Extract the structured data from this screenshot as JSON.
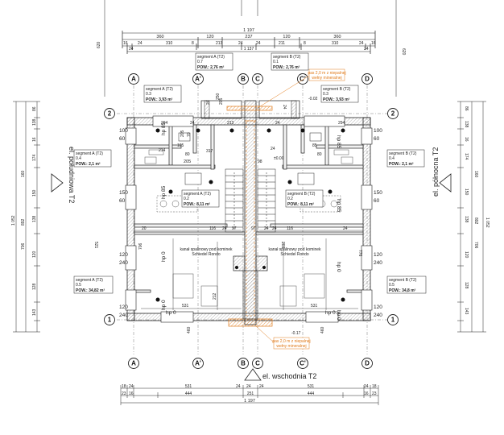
{
  "dims": {
    "top_total": "1 197",
    "top_row1": [
      "360",
      "120",
      "237",
      "120",
      "360"
    ],
    "top_row2": [
      "16",
      "24",
      "310",
      "8",
      "213",
      "24",
      "211",
      "24",
      "8",
      "310",
      "24",
      "16"
    ],
    "top_row3": [
      "24",
      "1 137",
      "24"
    ],
    "bottom_row1": [
      "18",
      "24",
      "531",
      "24",
      "24",
      "24",
      "531",
      "24",
      "18"
    ],
    "bottom_row2": [
      "23",
      "16",
      "444",
      "251",
      "444",
      "16",
      "23"
    ],
    "bottom_total": "1 197",
    "left_col": [
      "620",
      "86",
      "138",
      "16",
      "174",
      "150",
      "138",
      "706",
      "120",
      "128",
      "143",
      "160",
      "892",
      "1 052"
    ],
    "right_col": [
      "620",
      "86",
      "138",
      "16",
      "174",
      "150",
      "138",
      "706",
      "120",
      "128",
      "143",
      "160",
      "892",
      "1 052"
    ],
    "interior": [
      "294",
      "24",
      "213",
      "24",
      "294",
      "24",
      "205",
      "24",
      "205",
      "70",
      "317",
      "80",
      "214",
      "80",
      "24",
      "205",
      "98",
      "20",
      "116",
      "24",
      "24",
      "97",
      "97",
      "24",
      "24",
      "116",
      "706",
      "776",
      "212",
      "203",
      "531",
      "531",
      "100",
      "60",
      "150",
      "60",
      "120",
      "240",
      "120",
      "240",
      "460",
      "460",
      "-0.02",
      "±0.00",
      "-0.17",
      "250",
      "105",
      "85"
    ]
  },
  "grid": {
    "cols": [
      "A",
      "A'",
      "B",
      "C",
      "C'",
      "D"
    ],
    "rows": [
      "1",
      "2"
    ]
  },
  "segments": [
    {
      "name": "segment A (T2)",
      "level": "0.7",
      "area": "POW.: 2,76 m²"
    },
    {
      "name": "segment B (T2)",
      "level": "0.1",
      "area": "POW.: 2,76 m²"
    },
    {
      "name": "segment A (T2)",
      "level": "0.3",
      "area": "POW.: 3,93 m²"
    },
    {
      "name": "segment B (T2)",
      "level": "0.3",
      "area": "POW.: 3,93 m²"
    },
    {
      "name": "segment A (T2)",
      "level": "0.4",
      "area": "POW.: 2,1 m²"
    },
    {
      "name": "segment B (T2)",
      "level": "0.4",
      "area": "POW.: 2,1 m²"
    },
    {
      "name": "segment A (T2)",
      "level": "0.2",
      "area": "POW.: 8,11 m²"
    },
    {
      "name": "segment B (T2)",
      "level": "0.2",
      "area": "POW.: 8,11 m²"
    },
    {
      "name": "segment A (T2)",
      "level": "0.5",
      "area": "POW.: 34,82 m²"
    },
    {
      "name": "segment B (T2)",
      "level": "0.5",
      "area": "POW.: 34,8 m²"
    }
  ],
  "elevations": {
    "south": "el. południowa T2",
    "north": "el. północna T2",
    "east": "el. wschodnia T2"
  },
  "notes": {
    "mineral_top": [
      "pas 2,0 m z niepalnej",
      "wełny mineralnej"
    ],
    "mineral_bottom": [
      "pas 2,0 m z niepalnej",
      "wełny mineralnej"
    ],
    "fireplace_left": [
      "kanał spalinowy pod kominek",
      "Schiedel Rondo"
    ],
    "fireplace_right": [
      "kanał spalinowy pod kominek",
      "Schiedel Rondo"
    ]
  },
  "floor_labels": [
    "hp 85",
    "hp 85",
    "hp 85",
    "hp 85",
    "hp 0",
    "hp 0",
    "hp 0",
    "hp 0",
    "hp 0",
    "hp 0"
  ],
  "misc": {
    "side_left_mark": "521",
    "colors": {
      "ink": "#222222",
      "orange": "#e07a1a",
      "hatch": "#999999"
    }
  }
}
